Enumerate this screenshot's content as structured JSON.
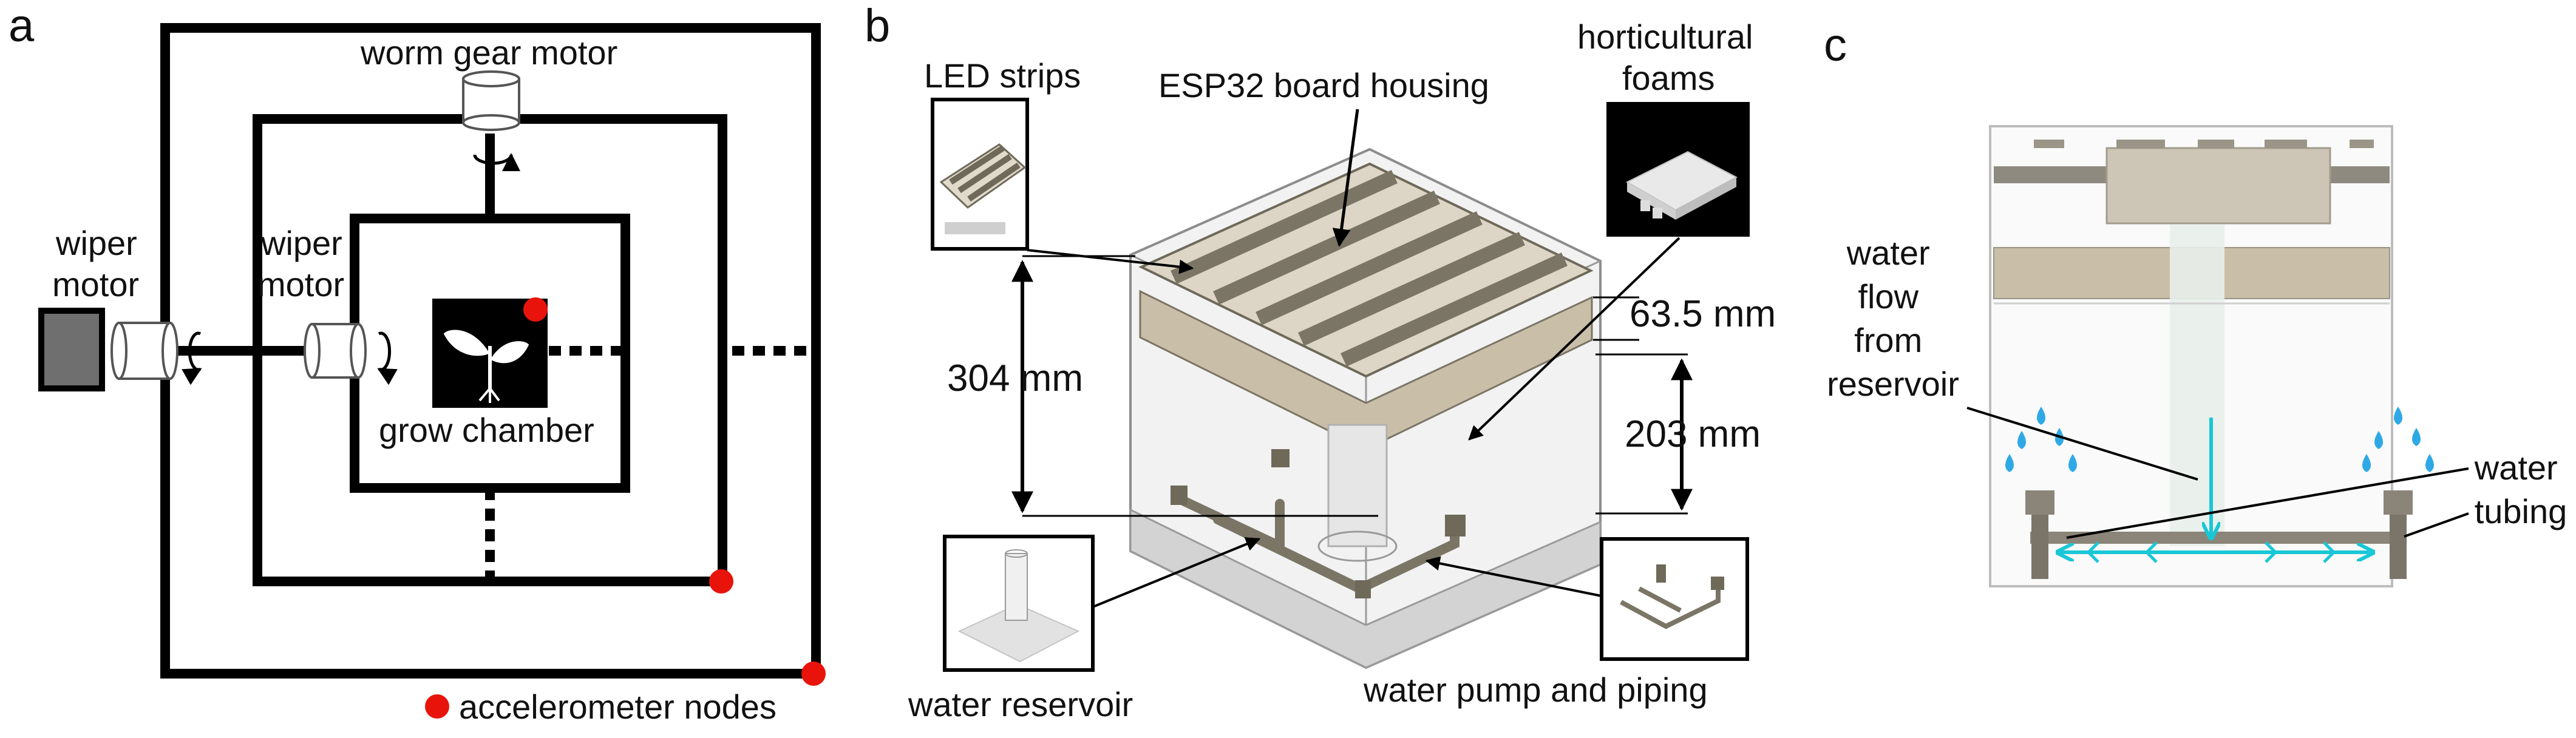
{
  "panels": {
    "a": {
      "letter": "a",
      "worm_gear_motor": "worm gear motor",
      "outer_wiper_motor": [
        "wiper",
        "motor"
      ],
      "inner_wiper_motor": [
        "wiper",
        "motor"
      ],
      "grow_chamber": "grow chamber",
      "legend": "accelerometer nodes",
      "colors": {
        "node": "#e8140c",
        "frame": "#000000",
        "motor_block": "#6f6f6f"
      }
    },
    "b": {
      "letter": "b",
      "led_strips": "LED strips",
      "esp32_housing": "ESP32 board housing",
      "horticultural_foams": [
        "horticultural",
        "foams"
      ],
      "dim_total": "304 mm",
      "dim_top": "63.5 mm",
      "dim_lower": "203 mm",
      "water_reservoir": "water reservoir",
      "water_pump": "water pump and piping",
      "colors": {
        "structure": "#7b7566",
        "foam": "#c9bfa8",
        "enclosure": "#f0f0f0"
      }
    },
    "c": {
      "letter": "c",
      "water_flow": [
        "water",
        "flow",
        "from",
        "reservoir"
      ],
      "water_tubing": [
        "water",
        "tubing"
      ],
      "colors": {
        "water": "#19c7d6",
        "droplet": "#2fa9e6",
        "frame": "#d8d8d8"
      }
    }
  }
}
